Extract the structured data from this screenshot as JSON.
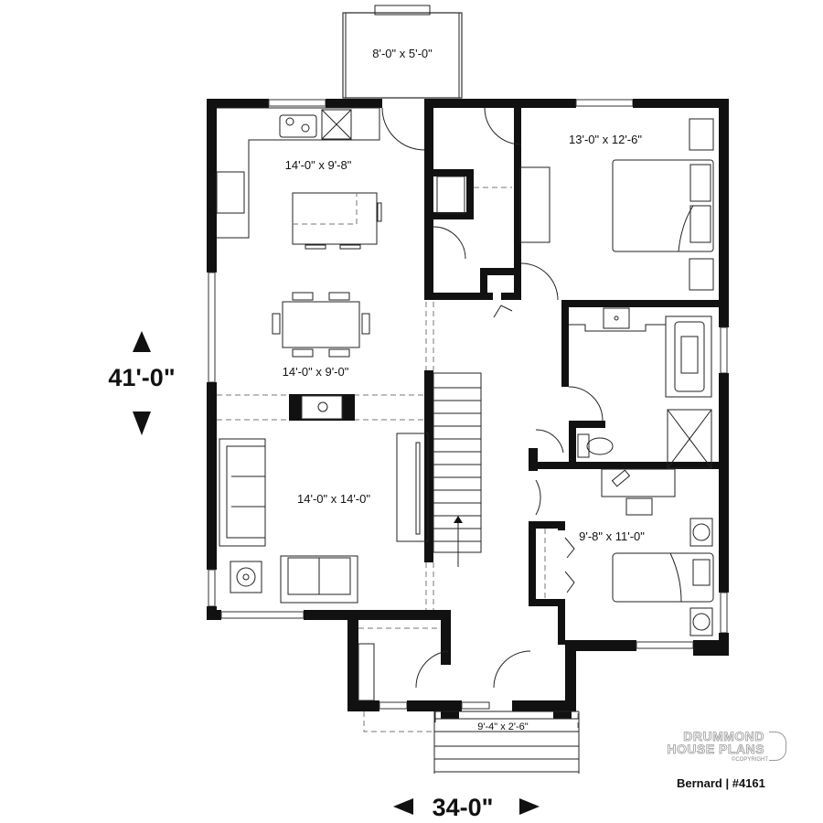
{
  "plan": {
    "name": "Bernard",
    "number": "#4161",
    "name_line": "Bernard | #4161",
    "brand_line1": "DRUMMOND",
    "brand_line2": "HOUSE PLANS",
    "copyright": "©COPYRIGHT"
  },
  "dimensions": {
    "overall_depth": "41'-0\"",
    "overall_width": "34-0\""
  },
  "rooms": [
    {
      "id": "rear-deck",
      "label": "8'-0\" x 5'-0\""
    },
    {
      "id": "kitchen",
      "label": "14'-0\" x 9'-8\""
    },
    {
      "id": "master-bedroom",
      "label": "13'-0\" x 12'-6\""
    },
    {
      "id": "dining",
      "label": "14'-0\" x 9'-0\""
    },
    {
      "id": "living",
      "label": "14'-0\" x 14'-0\""
    },
    {
      "id": "bedroom-2",
      "label": "9'-8\" x 11'-0\""
    },
    {
      "id": "front-porch",
      "label": "9'-4\" x 2'-6\""
    }
  ],
  "colors": {
    "wall": "#111111",
    "line": "#222222",
    "dashed": "#777777",
    "background": "#ffffff"
  }
}
